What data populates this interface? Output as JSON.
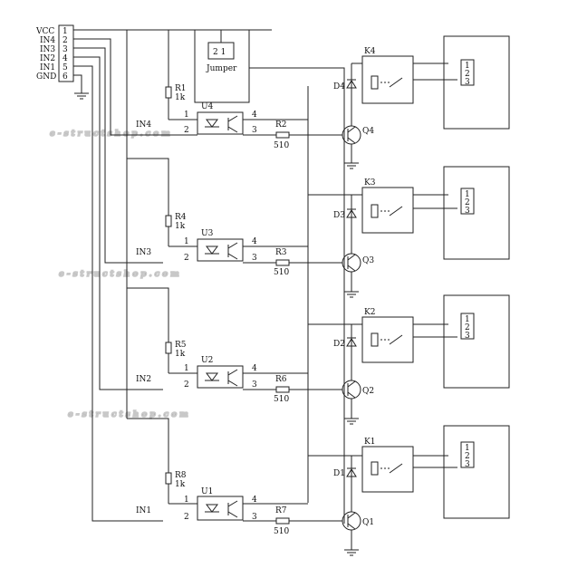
{
  "connector": {
    "pins": [
      {
        "label": "VCC",
        "num": "1"
      },
      {
        "label": "IN4",
        "num": "2"
      },
      {
        "label": "IN3",
        "num": "3"
      },
      {
        "label": "IN2",
        "num": "4"
      },
      {
        "label": "IN1",
        "num": "5"
      },
      {
        "label": "GND",
        "num": "6"
      }
    ]
  },
  "jumper": {
    "label": "Jumper",
    "pins": "2 1"
  },
  "channels": [
    {
      "in": "IN4",
      "r_in": "R1",
      "r_in_val": "1k",
      "opto": "U4",
      "r_base": "R2",
      "r_base_val": "510",
      "q": "Q4",
      "d": "D4",
      "k": "K4"
    },
    {
      "in": "IN3",
      "r_in": "R4",
      "r_in_val": "1k",
      "opto": "U3",
      "r_base": "R3",
      "r_base_val": "510",
      "q": "Q3",
      "d": "D3",
      "k": "K3"
    },
    {
      "in": "IN2",
      "r_in": "R5",
      "r_in_val": "1k",
      "opto": "U2",
      "r_base": "R6",
      "r_base_val": "510",
      "q": "Q2",
      "d": "D2",
      "k": "K2"
    },
    {
      "in": "IN1",
      "r_in": "R8",
      "r_in_val": "1k",
      "opto": "U1",
      "r_base": "R7",
      "r_base_val": "510",
      "q": "Q1",
      "d": "D1",
      "k": "K1"
    }
  ],
  "opto_pins": [
    "1",
    "2",
    "3",
    "4"
  ],
  "terminal_pins": [
    "1",
    "2",
    "3"
  ],
  "watermark": "e-structshop.com"
}
